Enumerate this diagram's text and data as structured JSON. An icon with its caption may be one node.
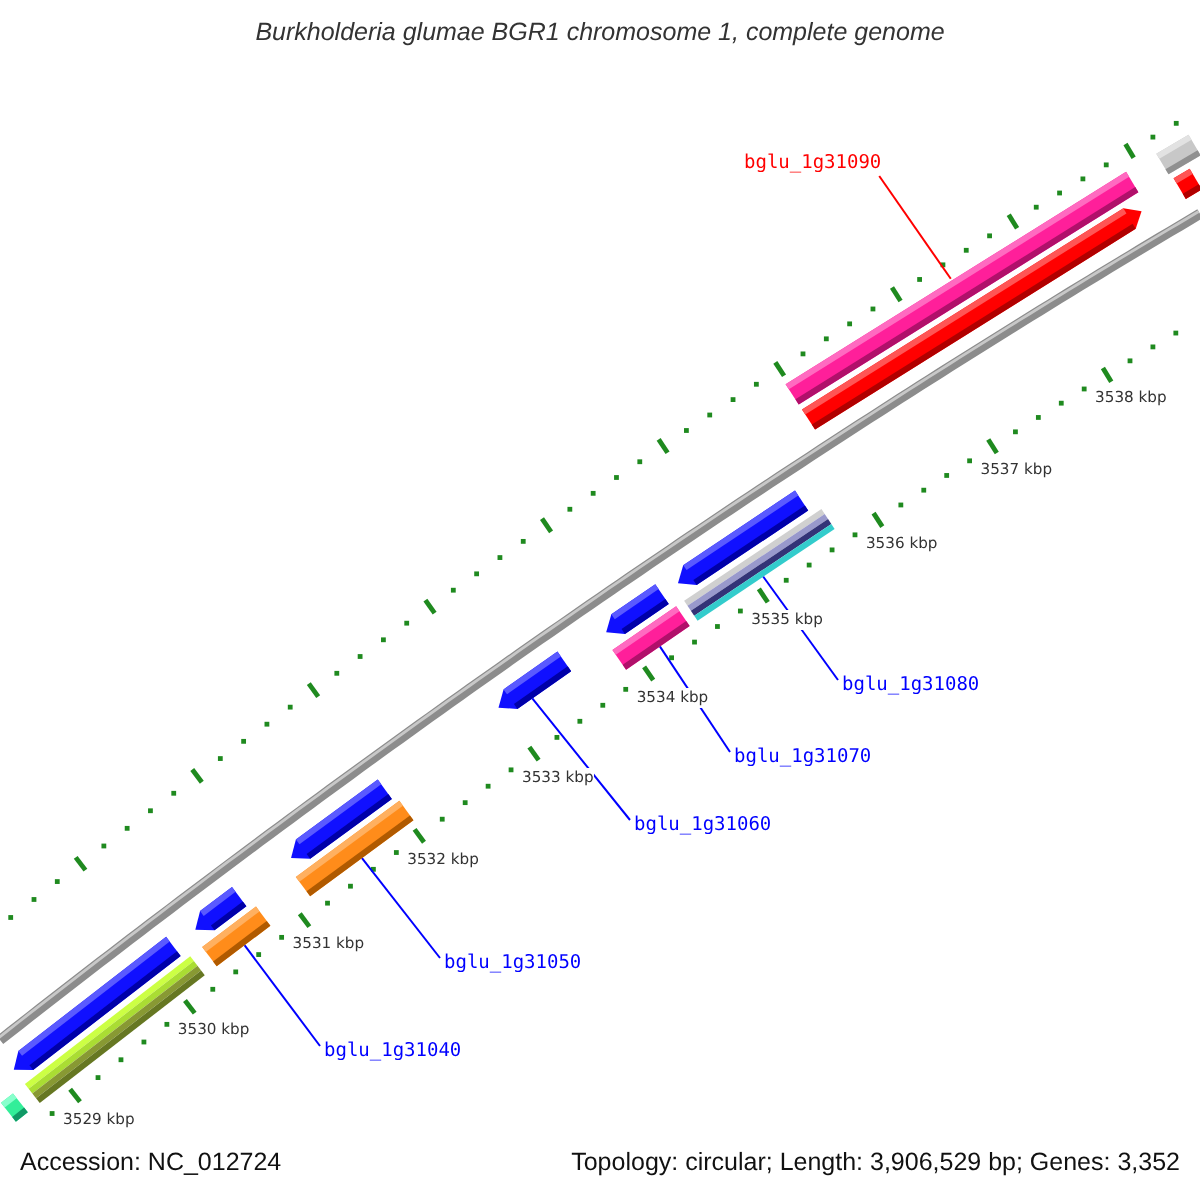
{
  "diagram": {
    "title": "Burkholderia glumae BGR1 chromosome 1, complete genome",
    "nodes": [
      {
        "text": [
          "bglu_1g31090"
        ]
      },
      {
        "text": [],
        "shape": "bar"
      },
      {
        "text": [
          "bglu_1g31080"
        ]
      },
      {
        "text": [],
        "shape": "bar"
      },
      {
        "text": [
          "bglu_1g31070"
        ]
      },
      {
        "text": [],
        "shape": "bar"
      },
      {
        "text": [
          "bglu_1g31060"
        ]
      },
      {
        "text": [],
        "shape": "bar"
      },
      {
        "text": [
          "bglu_1g31050"
        ]
      },
      {
        "text": [],
        "shape": "bar"
      },
      {
        "text": [
          "bglu_1g31040"
        ]
      },
      {
        "text": [],
        "shape": "bar"
      }
    ],
    "edges": [
      {
        "from": 0,
        "to": 1,
        "arrow": "none",
        "color": "#ff0000"
      },
      {
        "from": 2,
        "to": 3,
        "arrow": "none"
      },
      {
        "from": 4,
        "to": 5,
        "arrow": "none"
      },
      {
        "from": 6,
        "to": 7,
        "arrow": "none"
      },
      {
        "from": 8,
        "to": 9,
        "arrow": "none"
      },
      {
        "from": 10,
        "to": 11,
        "arrow": "none"
      }
    ],
    "labels": [
      "3538 kbp",
      "3537 kbp",
      "3536 kbp",
      "3535 kbp",
      "3534 kbp",
      "3533 kbp",
      "3532 kbp",
      "3531 kbp",
      "3530 kbp",
      "3529 kbp",
      "Accession: NC_012724",
      "Topology: circular; Length: 3,906,529 bp; Genes: 3,352"
    ]
  }
}
